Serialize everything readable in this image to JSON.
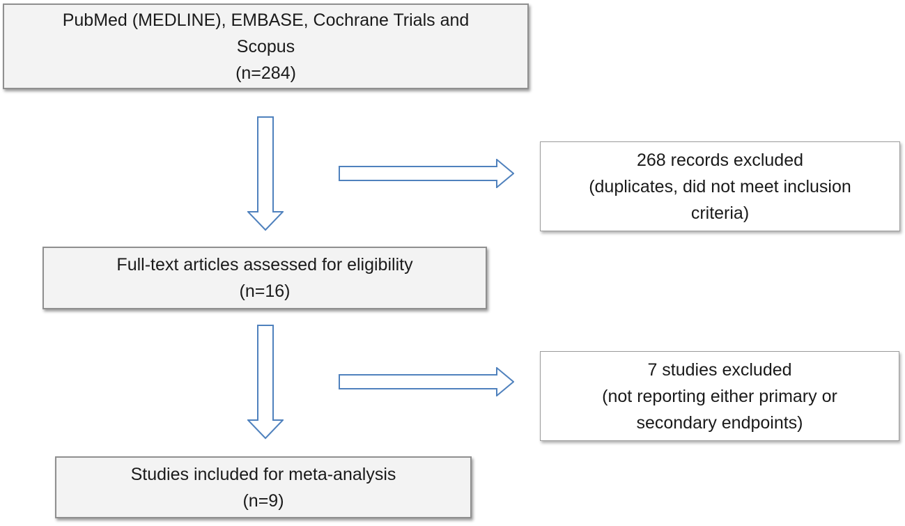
{
  "figure": {
    "description": "Study selection flow diagram (PRISMA-style) for a meta-analysis",
    "colors": {
      "arrow_outline": "#4f81bd",
      "box_fill_gray": "#f3f3f3",
      "box_fill_white": "#ffffff",
      "box_border_gray": "#8f8f8f",
      "box_border_light": "#9b9b9b",
      "text": "#1a1a1a",
      "background": "#ffffff"
    }
  },
  "boxes": [
    {
      "id": "sources",
      "lines": [
        "PubMed (MEDLINE), EMBASE, Cochrane Trials and",
        "Scopus",
        "(n=284)"
      ],
      "count": 284
    },
    {
      "id": "records-excluded",
      "lines": [
        "268 records excluded",
        "(duplicates, did not meet inclusion",
        "criteria)"
      ],
      "count": 268
    },
    {
      "id": "full-text-assessed",
      "lines": [
        "Full-text articles assessed for eligibility",
        "(n=16)"
      ],
      "count": 16
    },
    {
      "id": "studies-excluded",
      "lines": [
        "7 studies excluded",
        "(not reporting either primary or",
        "secondary endpoints)"
      ],
      "count": 7
    },
    {
      "id": "included-meta-analysis",
      "lines": [
        "Studies included for meta-analysis",
        "(n=9)"
      ],
      "count": 9
    }
  ],
  "arrows": [
    {
      "id": "down-1",
      "direction": "down",
      "from": "sources",
      "to": "full-text-assessed"
    },
    {
      "id": "right-1",
      "direction": "right",
      "from": "sources",
      "to": "records-excluded"
    },
    {
      "id": "down-2",
      "direction": "down",
      "from": "full-text-assessed",
      "to": "included-meta-analysis"
    },
    {
      "id": "right-2",
      "direction": "right",
      "from": "full-text-assessed",
      "to": "studies-excluded"
    }
  ]
}
